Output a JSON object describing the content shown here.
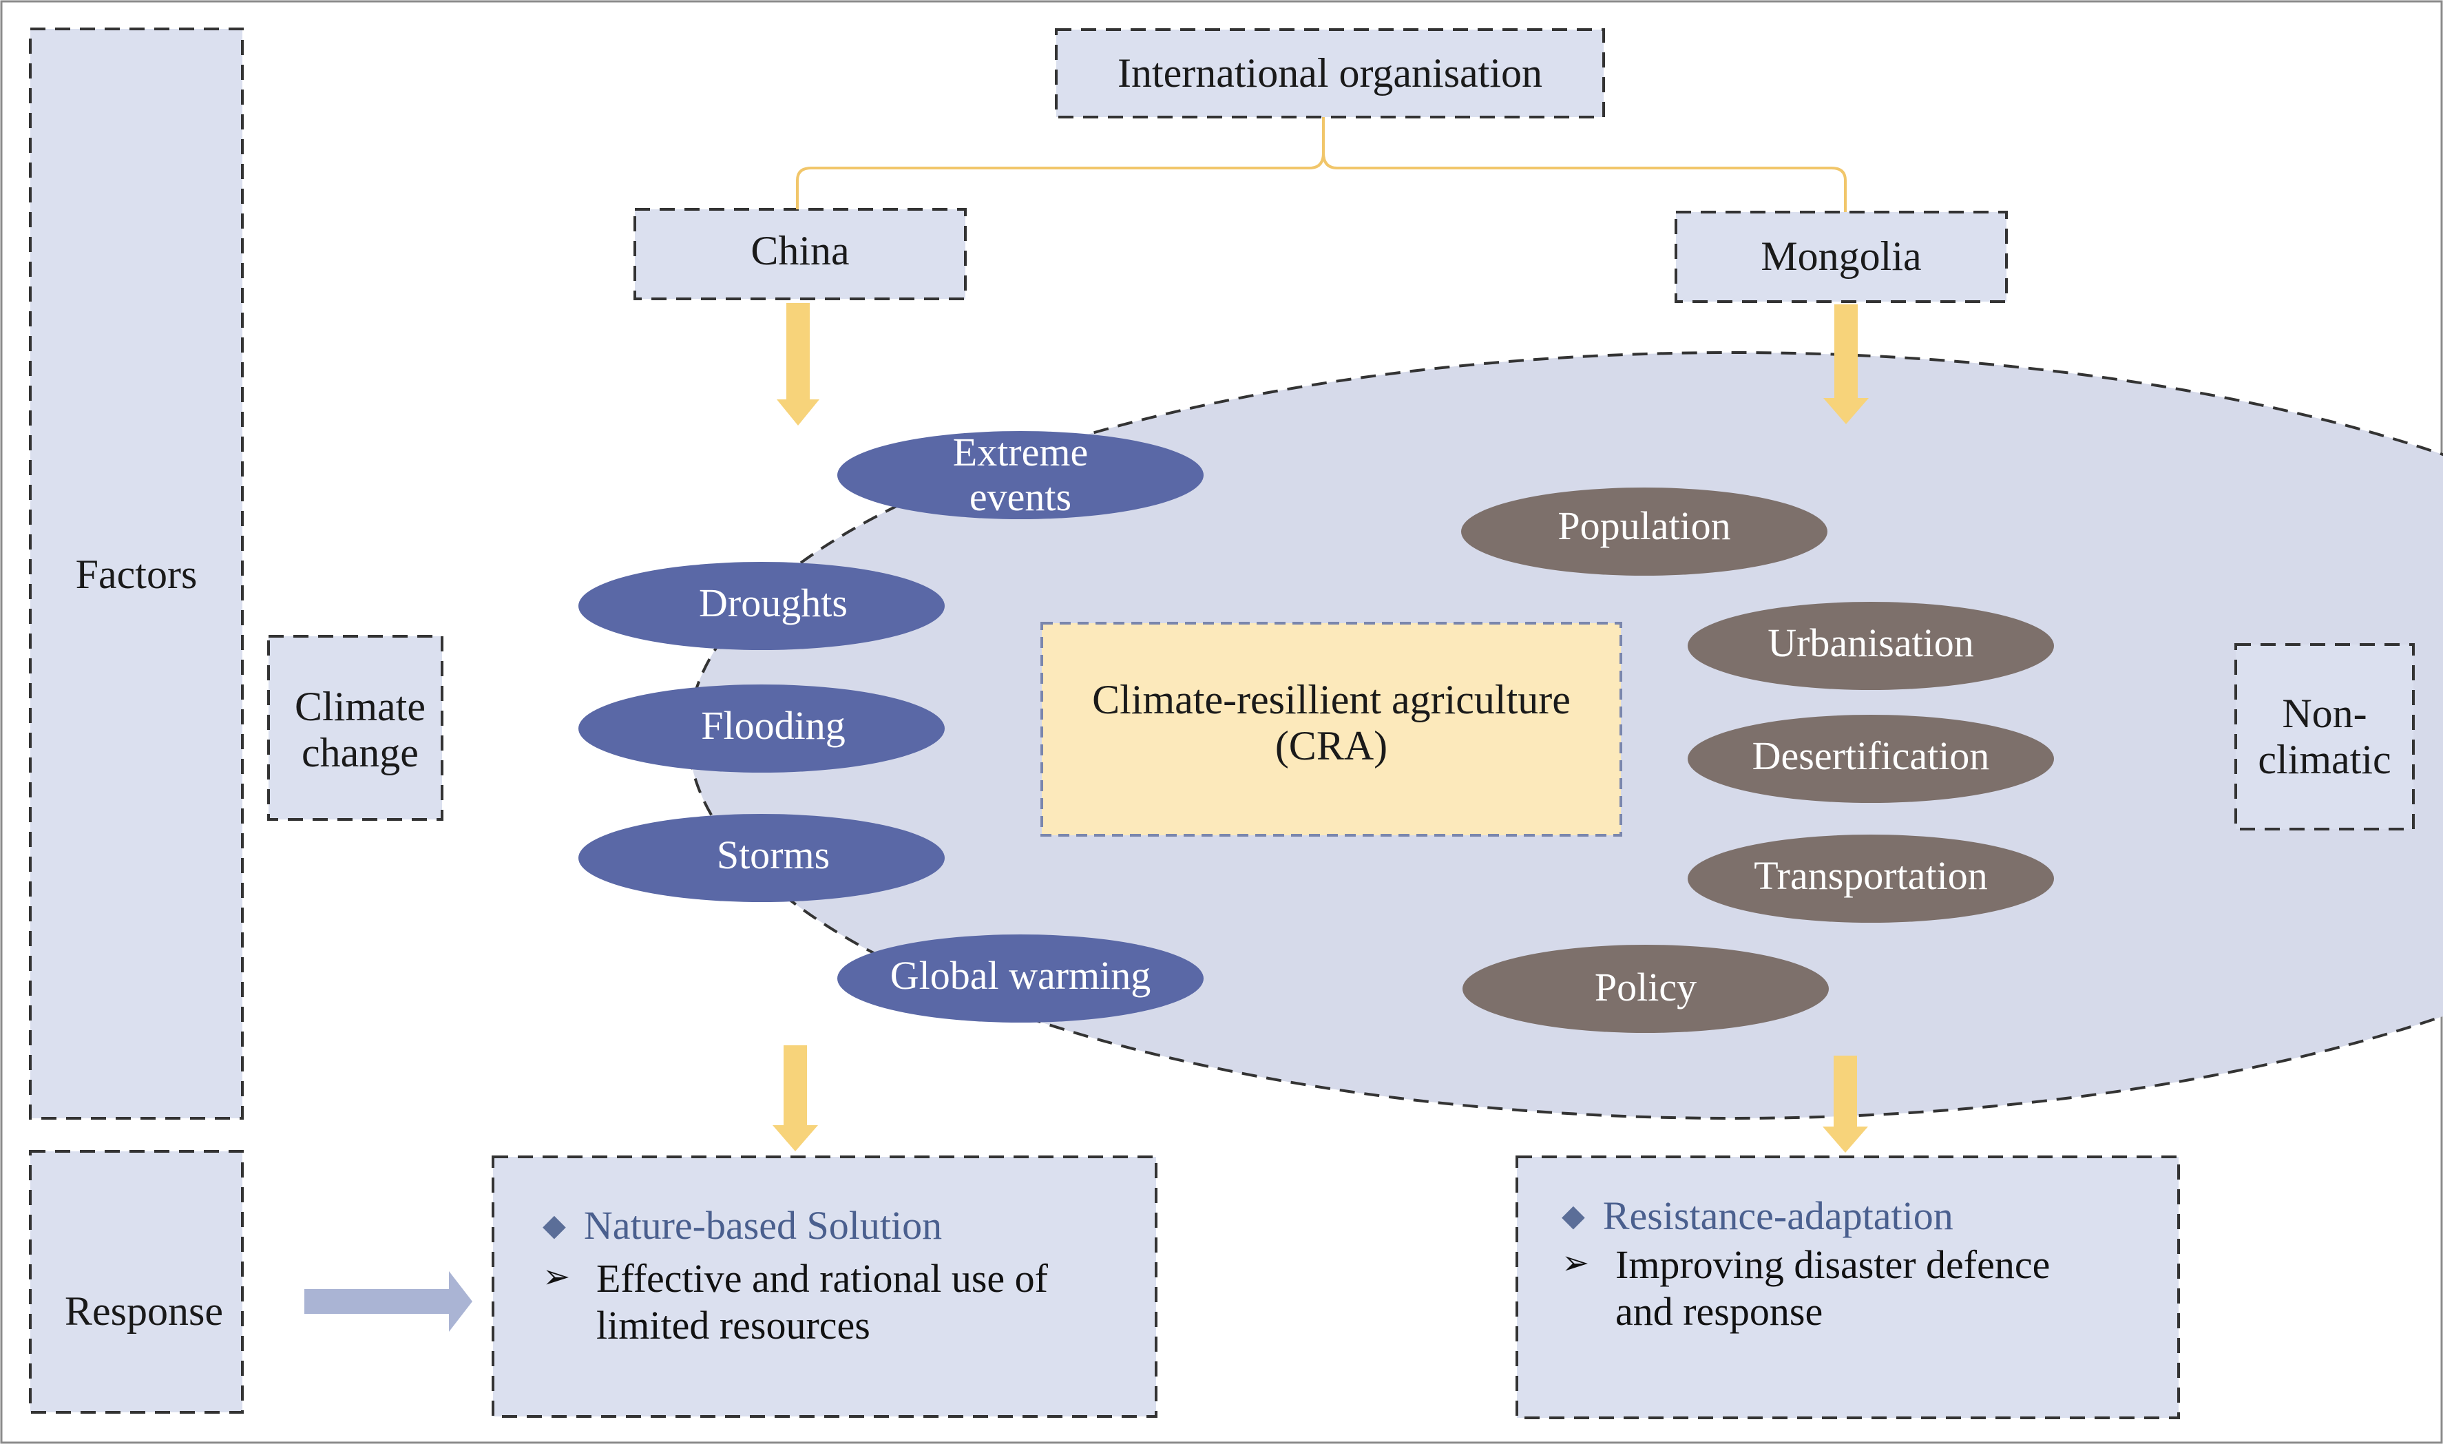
{
  "labels": {
    "factors": "Factors",
    "response": "Response",
    "international": "International organisation",
    "china": "China",
    "mongolia": "Mongolia",
    "climate_change": [
      "Climate",
      "change"
    ],
    "non_climatic": [
      "Non-",
      "climatic"
    ],
    "cra": [
      "Climate-resillient agriculture",
      "(CRA)"
    ]
  },
  "climatic_factors": [
    [
      "Extreme",
      "events"
    ],
    [
      "Droughts"
    ],
    [
      "Flooding"
    ],
    [
      "Storms"
    ],
    [
      "Global warming"
    ]
  ],
  "non_climatic_factors": [
    [
      "Population"
    ],
    [
      "Urbanisation"
    ],
    [
      "Desertification"
    ],
    [
      "Transportation"
    ],
    [
      "Policy"
    ]
  ],
  "responses": {
    "nature": {
      "heading": "Nature-based Solution",
      "bullet": [
        "Effective and rational use of",
        "limited resources"
      ]
    },
    "resistance": {
      "heading": "Resistance-adaptation",
      "bullet": [
        "Improving disaster defence",
        "and response"
      ]
    }
  },
  "colors": {
    "panel_fill": "#dbe0ef",
    "climatic_ellipse": "#5a68a6",
    "non_climatic_ellipse": "#7d706b",
    "cra_fill": "#fce9bb",
    "arrow_fill": "#f7d37a",
    "response_arrow": "#aab4d4",
    "bracket_line": "#f1c66a"
  }
}
